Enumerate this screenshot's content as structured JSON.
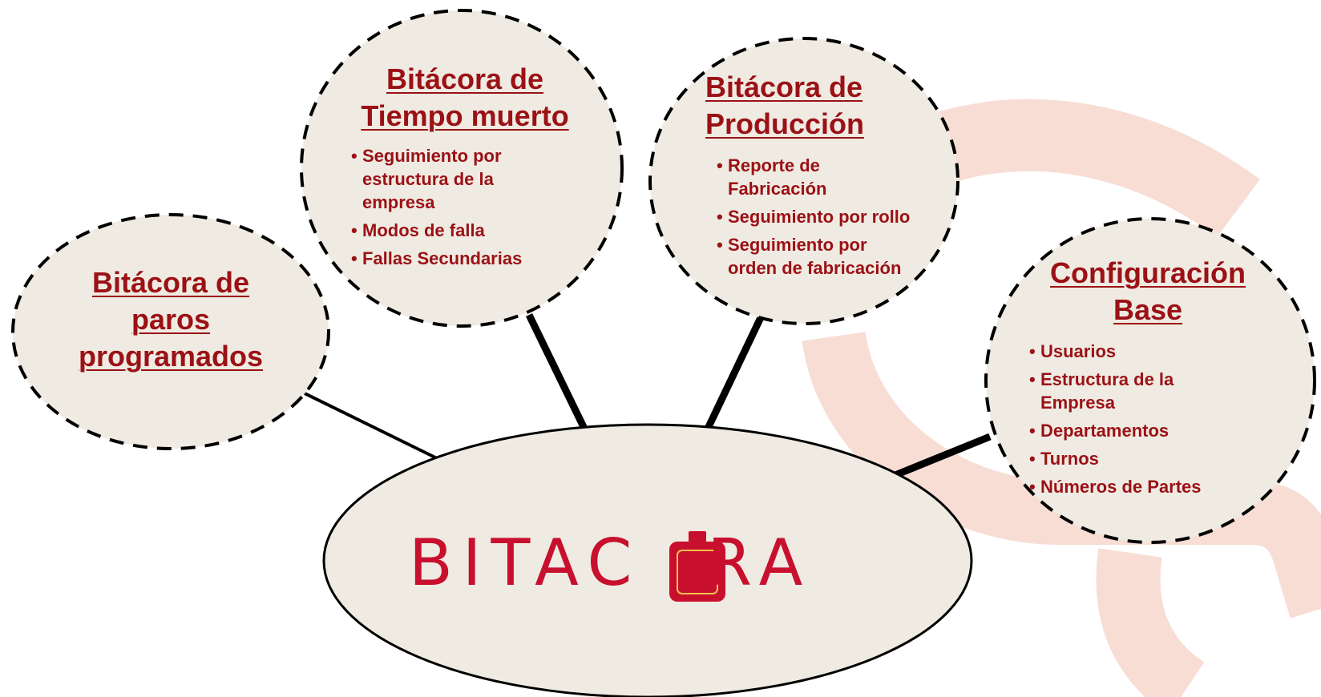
{
  "diagram": {
    "center": {
      "logo_prefix": "BITAC",
      "logo_suffix": "RA"
    },
    "nodes": [
      {
        "id": "paros",
        "title": "Bitácora de\nparos\nprogramados",
        "items": []
      },
      {
        "id": "tiempo-muerto",
        "title": "Bitácora de\nTiempo muerto",
        "items": [
          "Seguimiento por\nestructura de la\nempresa",
          "Modos de falla",
          "Fallas Secundarias"
        ]
      },
      {
        "id": "produccion",
        "title": "Bitácora de\nProducción",
        "items": [
          "Reporte de\nFabricación",
          "Seguimiento por rollo",
          "Seguimiento por\norden de fabricación"
        ]
      },
      {
        "id": "configuracion",
        "title": "Configuración\nBase",
        "items": [
          "Usuarios",
          "Estructura de la\nEmpresa",
          "Departamentos",
          "Turnos",
          "Números de Partes"
        ]
      }
    ],
    "colors": {
      "text": "#9b1116",
      "logo": "#c8102e",
      "bubble_fill": "#efebe2",
      "watermark": "#f8ddd5",
      "outline": "#000000"
    }
  }
}
